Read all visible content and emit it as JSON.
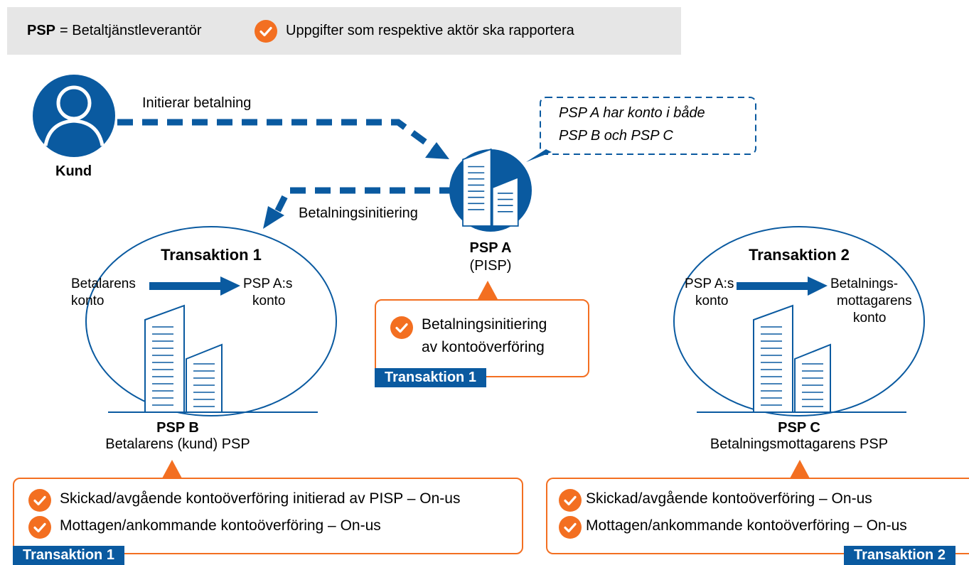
{
  "legend": {
    "psp_abbr": "PSP",
    "psp_definition": "= Betaltjänstleverantör",
    "check_meaning": "Uppgifter som respektive aktör ska rapportera"
  },
  "customer": {
    "label": "Kund"
  },
  "flows": {
    "initiates_payment": "Initierar betalning",
    "payment_initiation": "Betalningsinitiering"
  },
  "callout": {
    "line1": "PSP A har konto i både",
    "line2": "PSP B och PSP C"
  },
  "psp_a": {
    "name": "PSP A",
    "role": "(PISP)",
    "report_line1": "Betalningsinitiering",
    "report_line2": "av kontoöverföring",
    "tab": "Transaktion 1"
  },
  "psp_b": {
    "oval_title": "Transaktion 1",
    "from_line1": "Betalarens",
    "from_line2": "konto",
    "to_line1": "PSP A:s",
    "to_line2": "konto",
    "name": "PSP B",
    "role": "Betalarens (kund) PSP",
    "report_items": [
      "Skickad/avgående kontoöverföring initierad av PISP – On-us",
      "Mottagen/ankommande kontoöverföring – On-us"
    ],
    "tab": "Transaktion 1"
  },
  "psp_c": {
    "oval_title": "Transaktion 2",
    "from_line1": "PSP A:s",
    "from_line2": "konto",
    "to_line1": "Betalnings-",
    "to_line2": "mottagarens",
    "to_line3": "konto",
    "name": "PSP C",
    "role": "Betalningsmottagarens PSP",
    "report_items": [
      "Skickad/avgående kontoöverföring – On-us",
      "Mottagen/ankommande kontoöverföring – On-us"
    ],
    "tab": "Transaktion 2"
  },
  "colors": {
    "blue": "#0a5aa0",
    "orange": "#f36f21",
    "legend_bg": "#e6e6e6"
  },
  "icons": [
    "check-icon",
    "person-icon",
    "building-icon",
    "arrow-icon"
  ]
}
